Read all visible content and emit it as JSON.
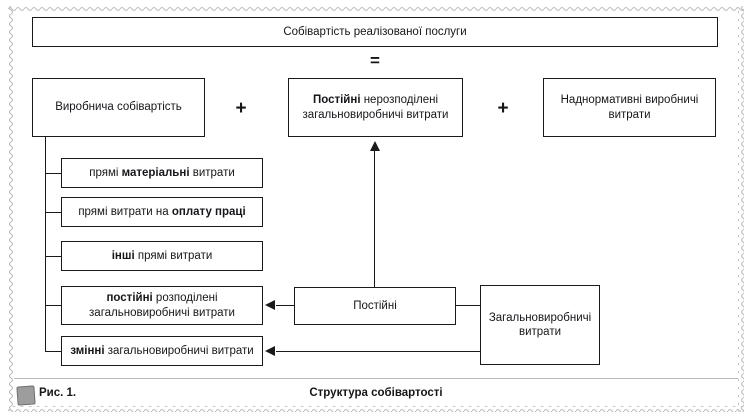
{
  "figure": {
    "title_box": {
      "label": "Собівартість реалізованої послуги"
    },
    "operators": {
      "equals": "=",
      "plus_left": "+",
      "plus_right": "+"
    },
    "top_row": [
      {
        "name": "production-cost",
        "label": "Виробнича собівартість"
      },
      {
        "name": "fixed-unallocated-overhead",
        "label_bold": "Постійні",
        "label_rest": " нерозподілені загальновиробничі витрати"
      },
      {
        "name": "above-norm-production-costs",
        "label": "Наднормативні виробничі витрати"
      }
    ],
    "breakdown": [
      {
        "name": "direct-material-costs",
        "pre": "прямі ",
        "bold": "матеріальні",
        "post": " витрати"
      },
      {
        "name": "direct-labour-costs",
        "pre": "прямі витрати на ",
        "bold": "оплату праці",
        "post": ""
      },
      {
        "name": "other-direct-costs",
        "pre": "",
        "bold": "інші",
        "post": " прямі витрати"
      },
      {
        "name": "fixed-allocated-overhead",
        "pre": "",
        "bold": "постійні",
        "post": " розподілені загальновиробничі витрати"
      },
      {
        "name": "variable-overhead",
        "pre": "",
        "bold": "змінні",
        "post": " загальновиробничі витрати"
      }
    ],
    "right_side": [
      {
        "name": "fixed-costs",
        "label": "Постійні"
      },
      {
        "name": "general-production-costs",
        "label": "Загальновиробничі витрати"
      }
    ],
    "footer": {
      "icon": "figure-marker-icon",
      "number_label": "Рис. 1.",
      "caption": "Структура собівартості"
    }
  },
  "colors": {
    "line": "#1a1a1a",
    "text": "#16161a",
    "border_wave": "#bdbdbd",
    "icon_fill": "#9d9d9d"
  }
}
